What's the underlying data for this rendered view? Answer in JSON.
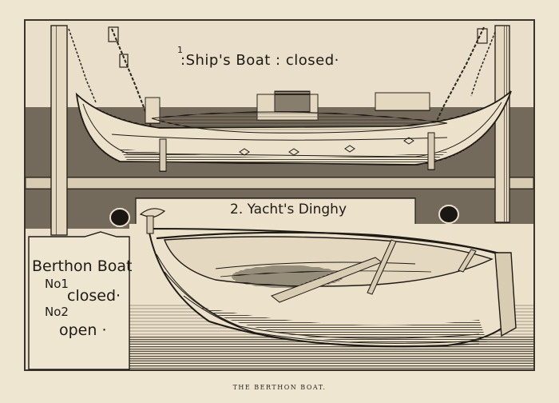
{
  "illustration": {
    "ships_boat_number": "1",
    "ships_boat_label": ":Ship's Boat : closed·",
    "yachts_dinghy_label": "2. Yacht's Dinghy",
    "sign": {
      "line1": "Berthon Boat",
      "line2": "No1",
      "line3": "closed·",
      "line4": "No2",
      "line5": "open ·"
    },
    "caption": "THE BERTHON BOAT.",
    "colors": {
      "paper": "#efe6d2",
      "ink": "#2a241c"
    }
  }
}
